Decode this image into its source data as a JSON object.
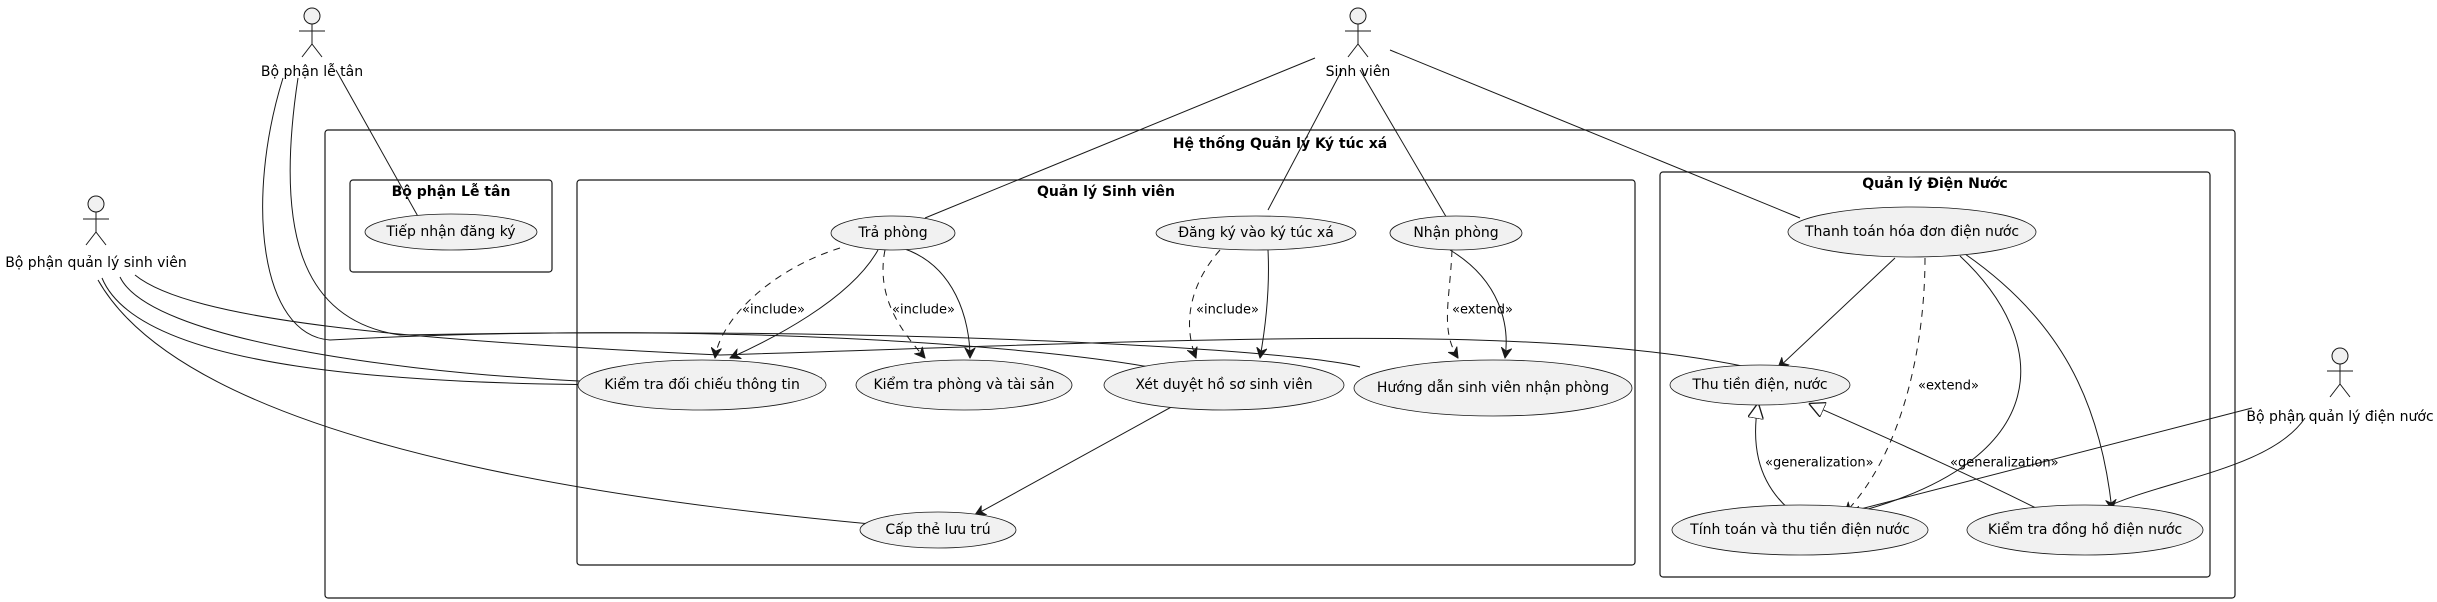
{
  "system": {
    "title": "Hệ thống Quản lý Ký túc xá"
  },
  "packages": {
    "reception": "Bộ phận Lễ tân",
    "students": "Quản lý Sinh viên",
    "utilities": "Quản lý Điện Nước"
  },
  "actors": {
    "receptionist": "Bộ phận lễ tân",
    "student": "Sinh viên",
    "student_mgmt": "Bộ phận quản lý sinh viên",
    "utility_mgmt": "Bộ phận quản lý điện nước"
  },
  "usecases": {
    "register_intake": "Tiếp nhận đăng ký",
    "checkout": "Trả phòng",
    "apply_dorm": "Đăng ký vào ký túc xá",
    "receive_room": "Nhận phòng",
    "verify_info": "Kiểm tra đối chiếu thông tin",
    "check_room_assets": "Kiểm tra phòng và tài sản",
    "review_profile": "Xét duyệt hồ sơ sinh viên",
    "guide_checkin": "Hướng dẫn sinh viên nhận phòng",
    "issue_card": "Cấp thẻ lưu trú",
    "pay_bill": "Thanh toán hóa đơn điện nước",
    "collect_fees": "Thu tiền điện, nước",
    "calc_collect": "Tính toán và thu tiền điện nước",
    "check_meter": "Kiểm tra đồng hồ điện nước"
  },
  "relations": {
    "include": "«include»",
    "extend": "«extend»",
    "generalization": "«generalization»"
  }
}
